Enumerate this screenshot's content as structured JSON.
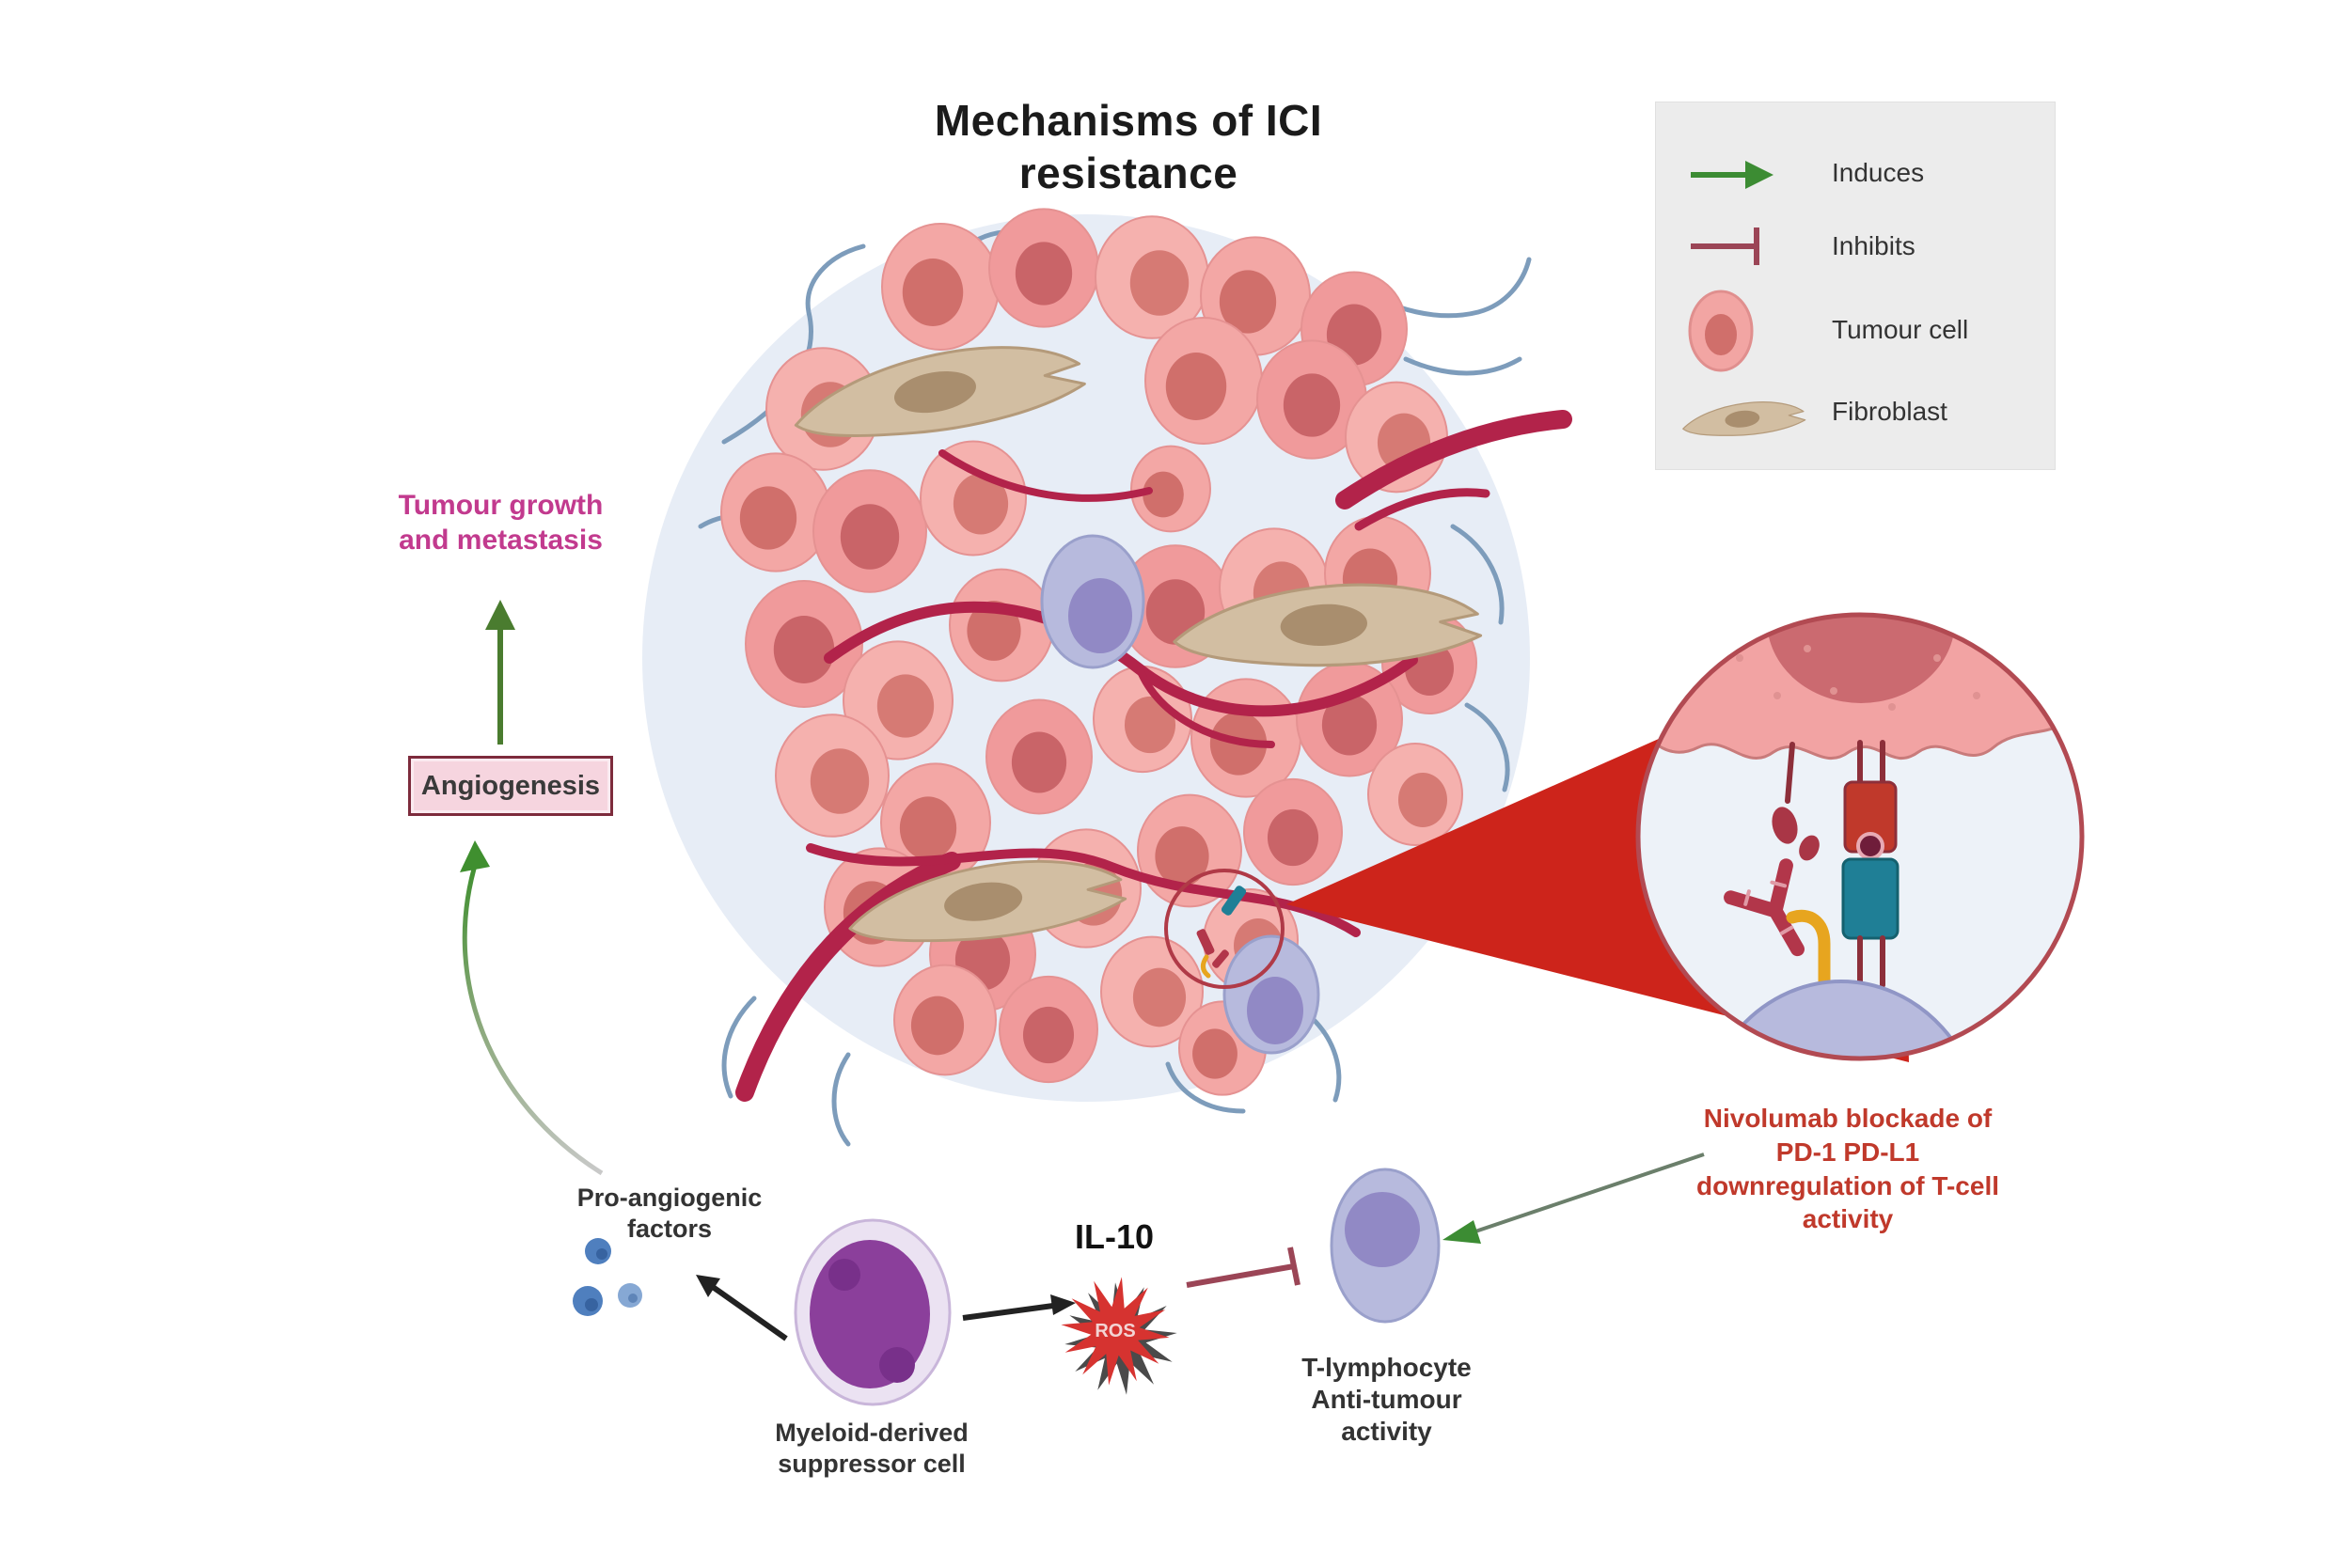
{
  "title": "Mechanisms of ICI resistance",
  "legend": {
    "items": [
      {
        "icon": "induces-arrow-icon",
        "label": "Induces"
      },
      {
        "icon": "inhibits-bar-icon",
        "label": "Inhibits"
      },
      {
        "icon": "tumour-cell-icon",
        "label": "Tumour cell"
      },
      {
        "icon": "fibroblast-icon",
        "label": "Fibroblast"
      }
    ]
  },
  "labels": {
    "tumour_growth": "Tumour growth\nand metastasis",
    "angiogenesis": "Angiogenesis",
    "pro_angiogenic": "Pro-angiogenic\nfactors",
    "mdsc": "Myeloid-derived\nsuppressor cell",
    "il10": "IL-10",
    "ros": "ROS",
    "t_lymphocyte": "T-lymphocyte\nAnti-tumour\nactivity",
    "nivolumab": "Nivolumab blockade of\nPD-1 PD-L1\ndownregulation of T-cell\nactivity"
  },
  "colors": {
    "legend_bg": "#ececec",
    "halo_blue": "#e7edf6",
    "tumour_cell_pink": "#f2a5a3",
    "tumour_nucleus": "#d06f6b",
    "fibroblast_tan": "#d2bea2",
    "fibroblast_nucleus": "#a98e6e",
    "vessel_crimson": "#b2234a",
    "capillary_blue": "#7d9cbb",
    "immune_cell_lavender": "#b7badd",
    "immune_nucleus_purple": "#9189c5",
    "mdsc_outer": "#ebe2f2",
    "mdsc_nucleus": "#8b3f9b",
    "pro_angiogenic_blue": "#4f7fbe",
    "induces_green": "#3c8c33",
    "inhibits_maroon": "#9b4556",
    "ros_red": "#d63330",
    "wedge_red": "#cd241b",
    "zoom_ring": "#b24a52",
    "magenta_text": "#c23a8e",
    "nivolumab_red": "#c0392b",
    "angiogenesis_box_bg": "#f6d5df",
    "angiogenesis_box_border": "#7d2b3c",
    "pd1_teal": "#1f7f96",
    "pdl1_red": "#c0392b",
    "antibody_maroon": "#b2364a",
    "receptor_yellow": "#e7a51f"
  }
}
